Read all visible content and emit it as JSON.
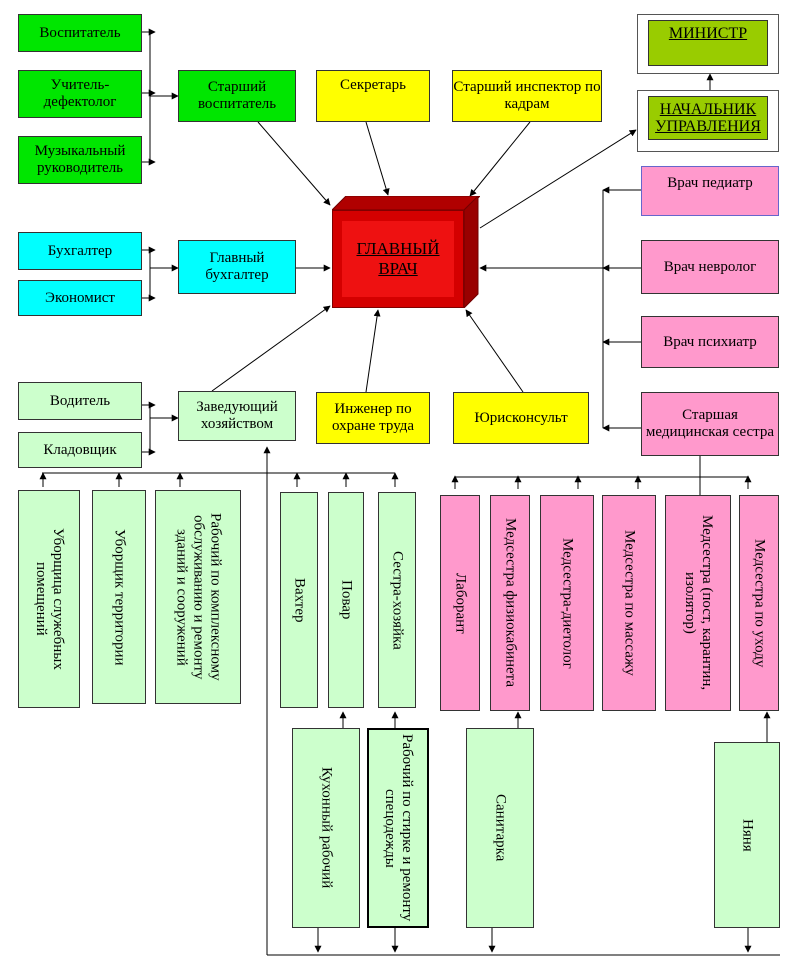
{
  "boxes": {
    "vospitatel": "Воспитатель",
    "defectolog": "Учитель-дефектолог",
    "muz": "Музыкальный руководитель",
    "st_vosp": "Старший воспитатель",
    "secretar": "Секретарь",
    "inspector": "Старший инспектор по кадрам",
    "ministr": "МИНИСТР",
    "nachalnik": "НАЧАЛЬНИК УПРАВЛЕНИЯ",
    "buhgalter": "Бухгалтер",
    "ekonomist": "Экономист",
    "gl_buh": "Главный бухгалтер",
    "chief": "ГЛАВНЫЙ ВРАЧ",
    "pediatr": "Врач педиатр",
    "nevrolog": "Врач невролог",
    "psihiatr": "Врач психиатр",
    "voditel": "Водитель",
    "kladovshik": "Кладовщик",
    "zav_hoz": "Заведующий хозяйством",
    "inzhener": "Инженер по охране труда",
    "jurist": "Юрисконсульт",
    "st_medsestra": "Старшая медицинская сестра",
    "uborshica_pom": "Уборщица служебных помещений",
    "uborshik_ter": "Уборщик территории",
    "rabochiy_kompl": "Рабочий по комплексному обслуживанию и ремонту зданий и сооружений",
    "vahter": "Вахтер",
    "povar": "Повар",
    "sestra_hoz": "Сестра-хозяйка",
    "laborant": "Лаборант",
    "ms_fizio": "Медсестра физиокабинета",
    "ms_dieto": "Медсестра-диетолог",
    "ms_massazh": "Медсестра по массажу",
    "ms_post": "Медсестра (пост, карантин, изолятор)",
    "ms_uhod": "Медсестра по уходу",
    "kuhonniy": "Кухонный рабочий",
    "rab_stirka": "Рабочий по стирке и ремонту спецодежды",
    "sanitarka": "Санитарка",
    "nyanya": "Няня"
  }
}
